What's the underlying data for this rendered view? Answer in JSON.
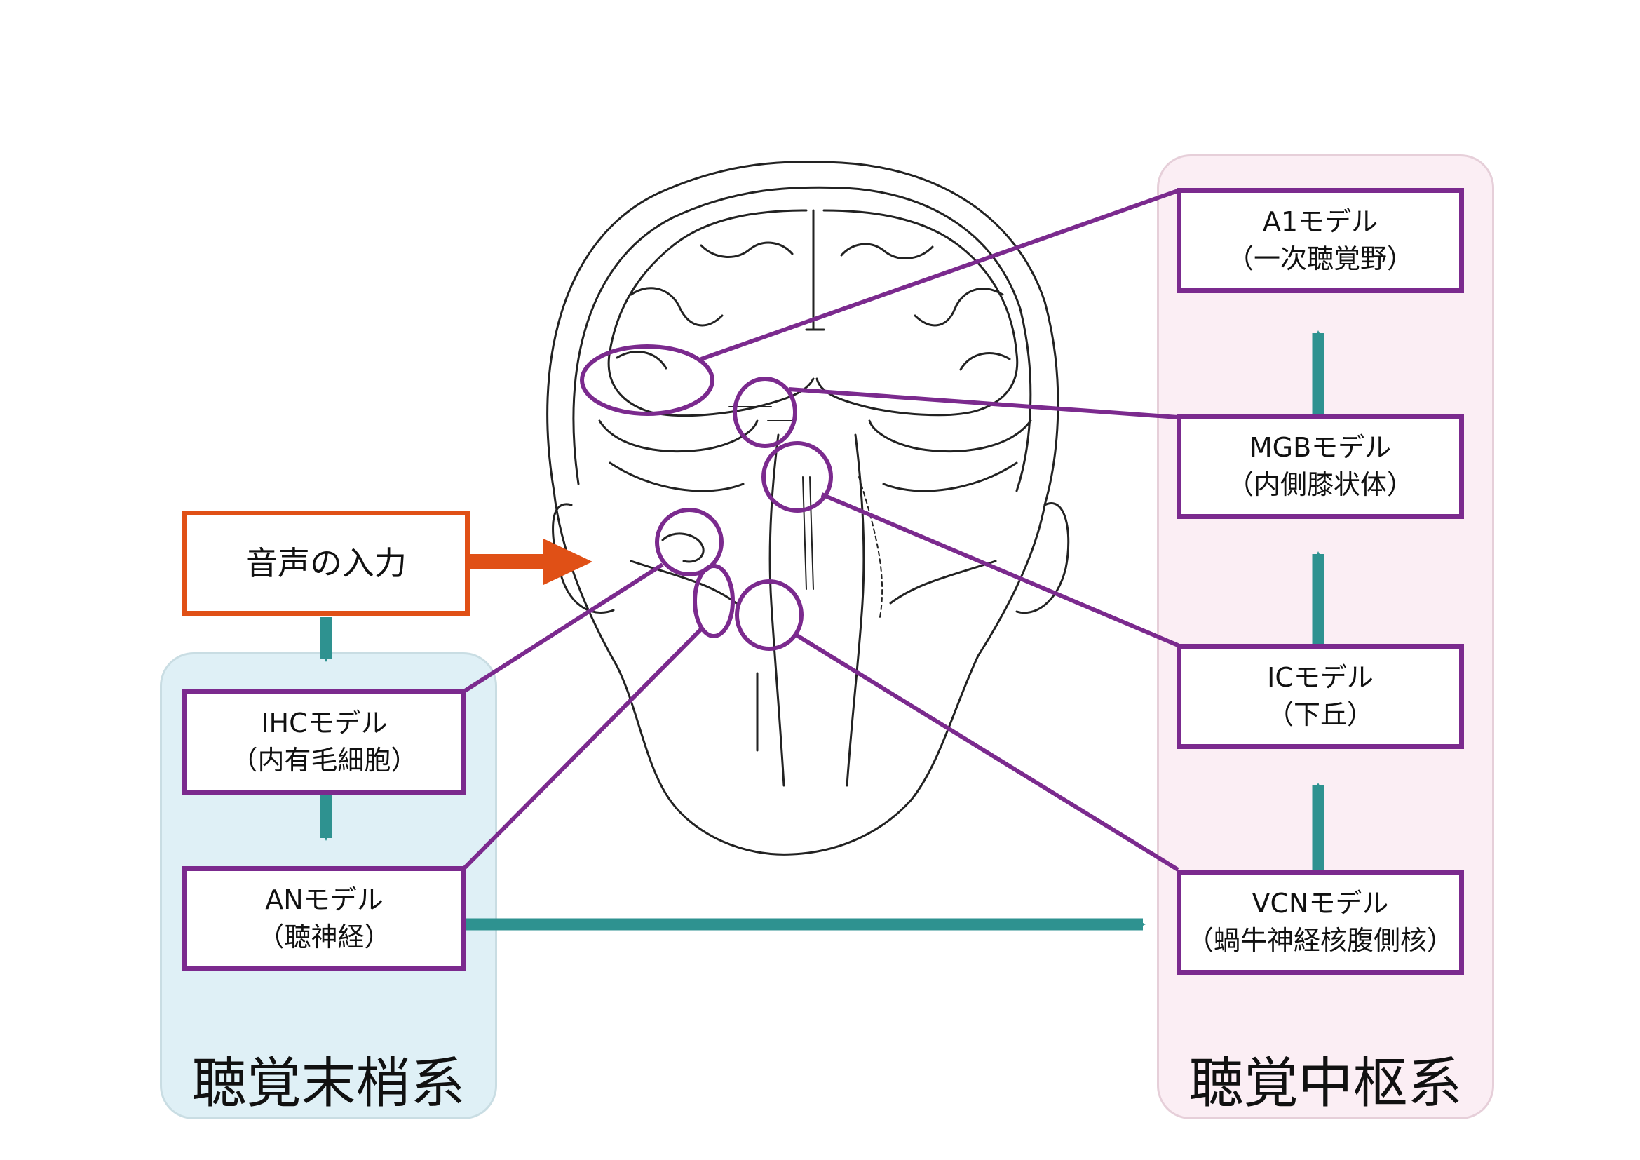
{
  "input": {
    "label": "音声の入力"
  },
  "peripheral": {
    "title": "聴覚末梢系",
    "ihc": {
      "name": "IHCモデル",
      "desc": "（内有毛細胞）"
    },
    "an": {
      "name": "ANモデル",
      "desc": "（聴神経）"
    }
  },
  "central": {
    "title": "聴覚中枢系",
    "a1": {
      "name": "A1モデル",
      "desc": "（一次聴覚野）"
    },
    "mgb": {
      "name": "MGBモデル",
      "desc": "（内側膝状体）"
    },
    "ic": {
      "name": "ICモデル",
      "desc": "（下丘）"
    },
    "vcn": {
      "name": "VCNモデル",
      "desc": "（蝸牛神経核腹側核）"
    }
  },
  "colors": {
    "model_border": "#7b2a8e",
    "input_border": "#e05016",
    "flow_arrow": "#2e9290",
    "input_arrow": "#e05016",
    "peripheral_bg": "#dff0f6",
    "central_bg": "#fbeef4"
  },
  "illustration": {
    "subject": "head-coronal-section"
  }
}
